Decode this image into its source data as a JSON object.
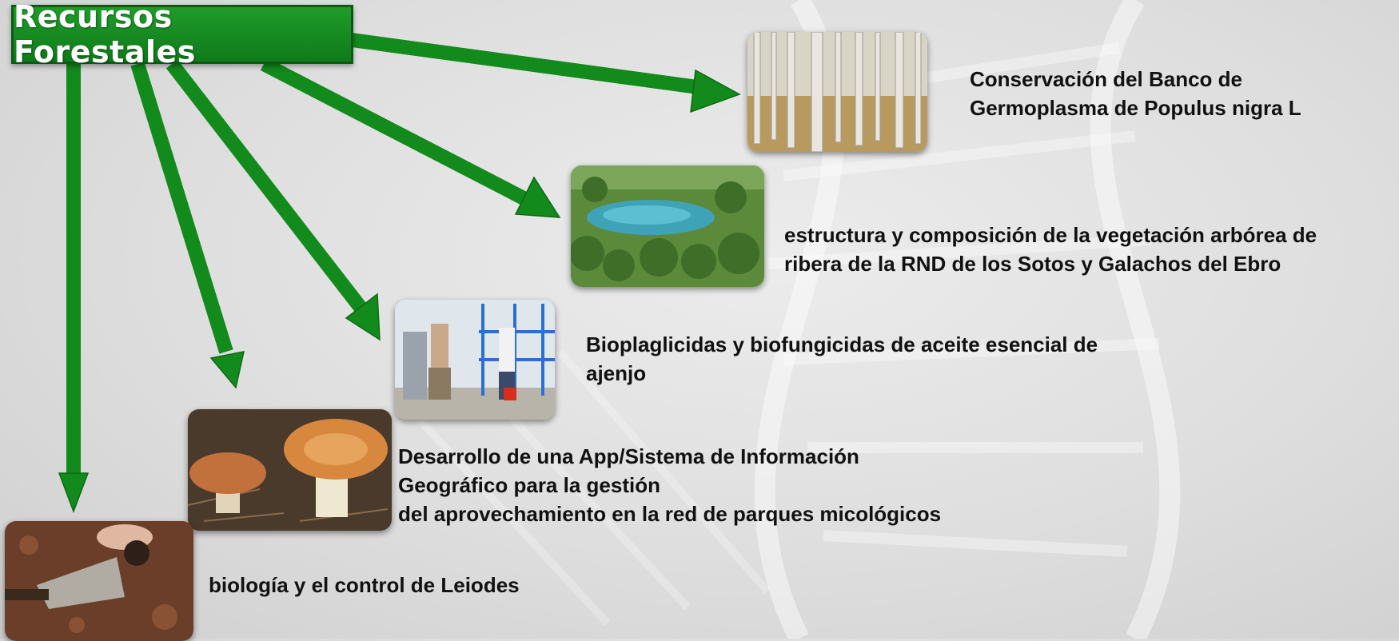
{
  "title": "Recursos Forestales",
  "colors": {
    "arrow": "#138a1c",
    "title_bg": "#16881f"
  },
  "items": [
    {
      "name": "populus",
      "photo_icon": "poplar-forest-photo",
      "lines": [
        "Conservación del Banco de",
        "Germoplasma de Populus nigra L"
      ]
    },
    {
      "name": "ribera",
      "photo_icon": "river-lake-photo",
      "lines": [
        "estructura y composición de la vegetación arbórea de",
        "ribera de la RND de los Sotos y Galachos del Ebro"
      ]
    },
    {
      "name": "bioplaguicidas",
      "photo_icon": "lab-distillation-photo",
      "lines": [
        "Bioplaglicidas y biofungicidas de aceite esencial de",
        "ajenjo"
      ]
    },
    {
      "name": "micologia",
      "photo_icon": "mushroom-photo",
      "lines": [
        "Desarrollo de una App/Sistema de Información",
        "Geográfico para la gestión",
        "del aprovechamiento en la red de parques micológicos"
      ]
    },
    {
      "name": "leiodes",
      "photo_icon": "truffle-dig-photo",
      "lines": [
        "biología y el control de Leiodes"
      ]
    }
  ]
}
